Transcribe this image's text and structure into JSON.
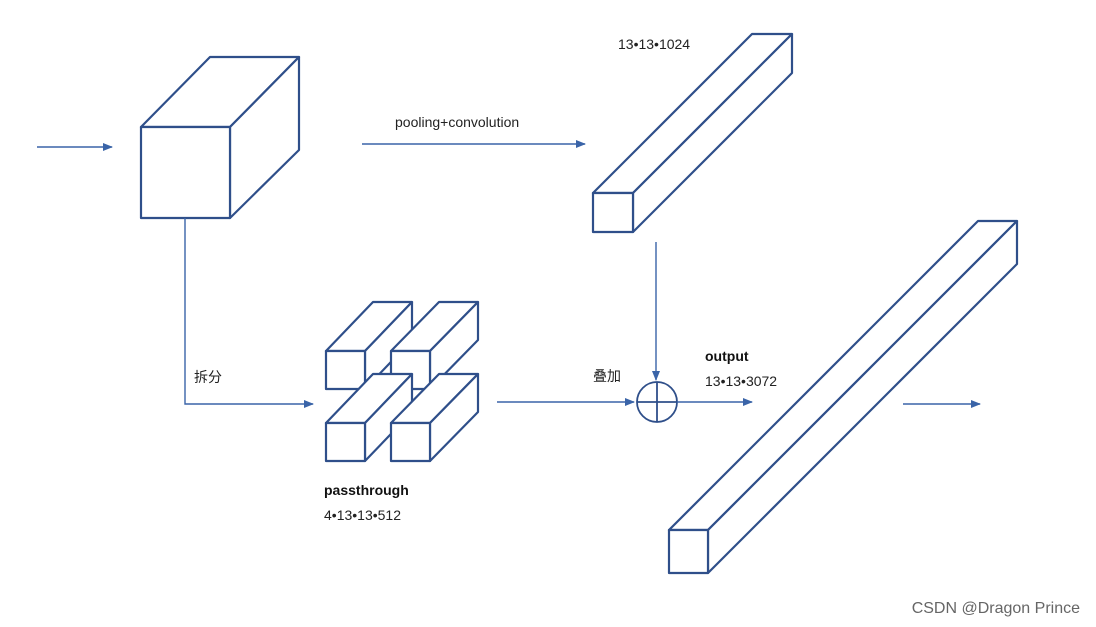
{
  "labels": {
    "pooling_conv": "pooling+convolution",
    "top_dims": "13•13•1024",
    "split": "拆分",
    "concat": "叠加",
    "output_title": "output",
    "output_dims": "13•13•3072",
    "passthrough_title": "passthrough",
    "passthrough_dims": "4•13•13•512"
  },
  "watermark": "CSDN @Dragon Prince",
  "colors": {
    "stroke": "#2f4f8a",
    "arrow": "#3a64a8"
  }
}
